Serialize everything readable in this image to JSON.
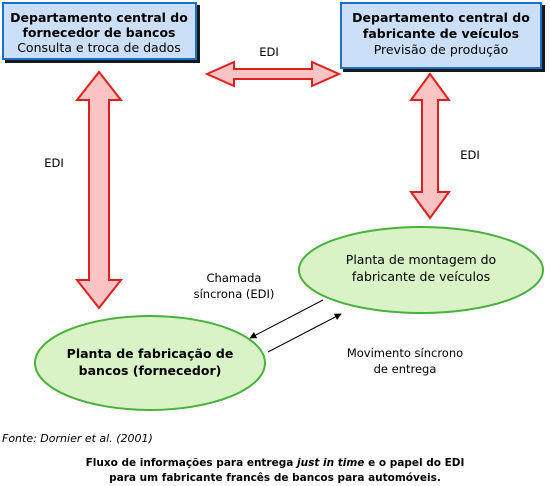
{
  "boxes": {
    "supplier_hq": {
      "title_line1": "Departamento central do",
      "title_line2": "fornecedor de bancos",
      "subtitle": "Consulta e troca de dados"
    },
    "manufacturer_hq": {
      "title_line1": "Departamento central do",
      "title_line2": "fabricante de veículos",
      "subtitle": "Previsão de produção"
    }
  },
  "ellipses": {
    "assembly_plant": {
      "line1": "Planta de montagem do",
      "line2": "fabricante de veículos"
    },
    "seat_plant": {
      "line1": "Planta de fabricação de",
      "line2": "bancos (fornecedor)"
    }
  },
  "labels": {
    "edi_top": "EDI",
    "edi_left": "EDI",
    "edi_right": "EDI",
    "sync_call_line1": "Chamada",
    "sync_call_line2": "síncrona (EDI)",
    "sync_move_line1": "Movimento síncrono",
    "sync_move_line2": "de entrega"
  },
  "footer": {
    "source": "Fonte: Dornier et al. (2001)",
    "caption_part1": "Fluxo de informações para entrega ",
    "caption_italic": "just in time",
    "caption_part2": " e o papel do EDI",
    "caption_line2": "para um fabricante francês de bancos para automóveis."
  },
  "colors": {
    "box_fill": "#ccdff8",
    "box_border": "#1f6fc8",
    "ellipse_fill": "#d9f2c6",
    "ellipse_border": "#49b23c",
    "arrow_fill": "#fbc3c3",
    "arrow_border": "#e0201c"
  }
}
